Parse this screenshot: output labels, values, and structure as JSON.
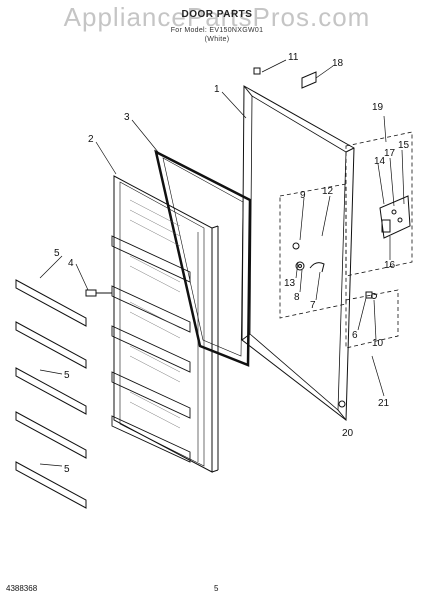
{
  "watermark": "AppliancePartsPros.com",
  "header": {
    "title": "DOOR PARTS",
    "line1": "For Model: EV150NXGW01",
    "line2": "(White)"
  },
  "callouts": [
    "1",
    "2",
    "3",
    "4",
    "5",
    "5",
    "5",
    "6",
    "7",
    "8",
    "9",
    "10",
    "11",
    "12",
    "13",
    "14",
    "15",
    "16",
    "17",
    "18",
    "19",
    "20",
    "21"
  ],
  "footer": {
    "doc_number": "4388368",
    "page_number": "5"
  }
}
